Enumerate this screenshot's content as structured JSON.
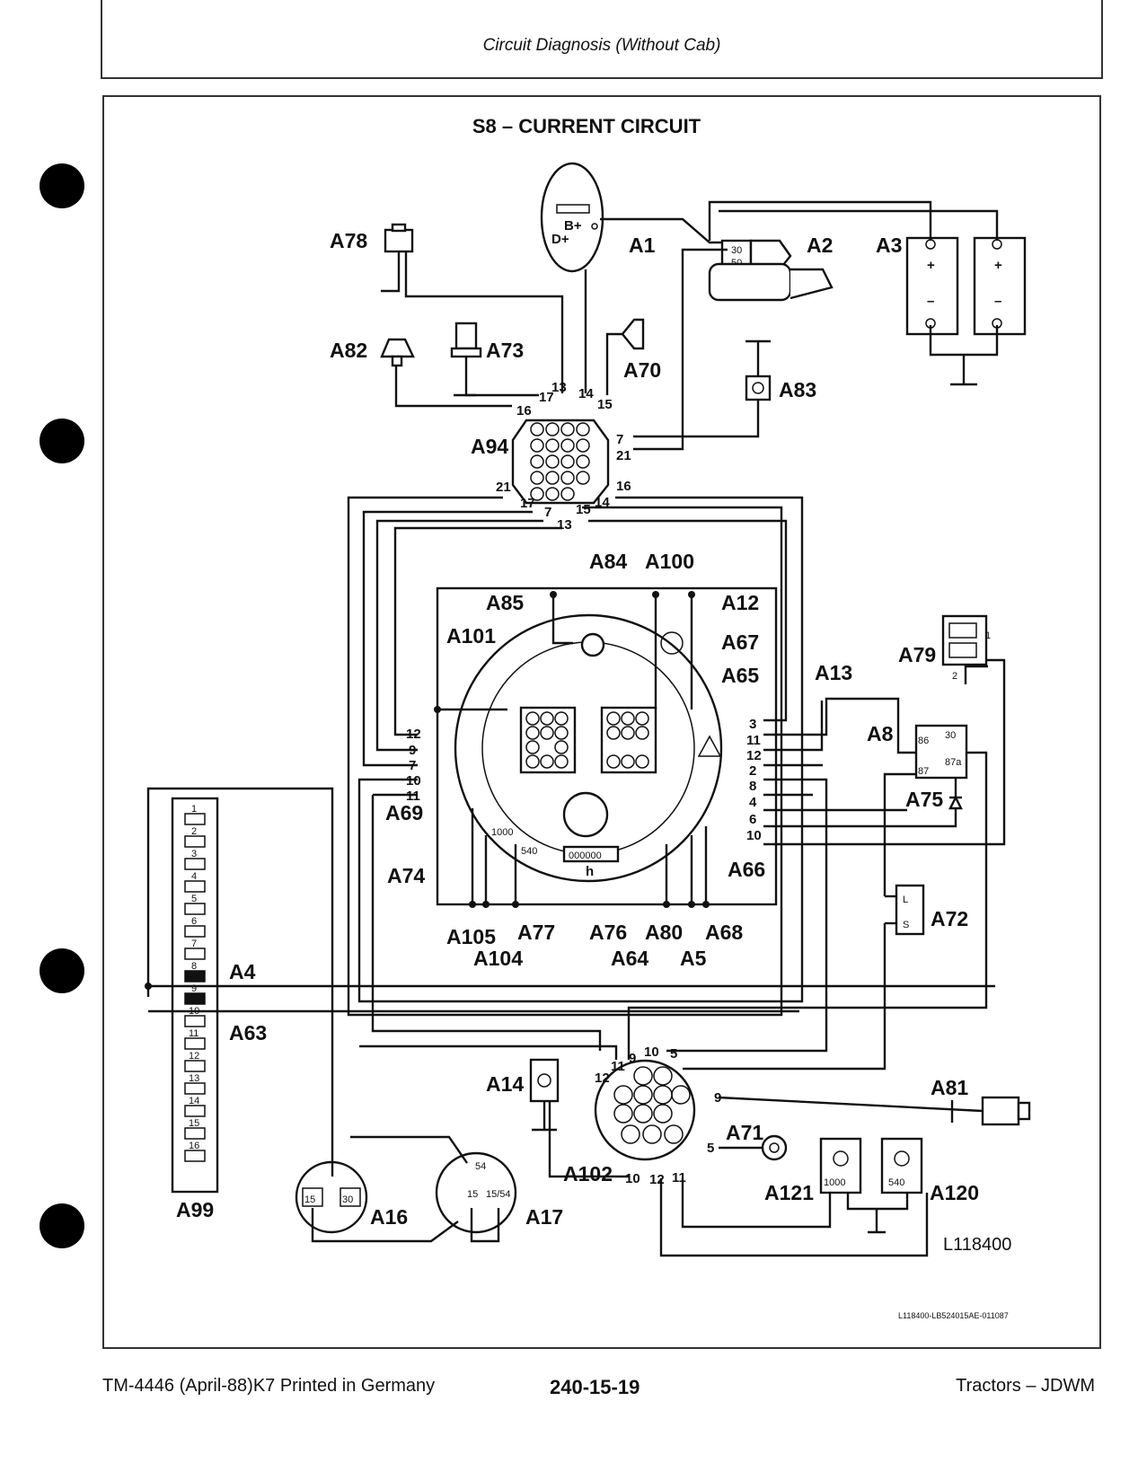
{
  "header": {
    "title": "Circuit Diagnosis (Without Cab)"
  },
  "diagram": {
    "title": "S8 – CURRENT CIRCUIT",
    "figure_id": "L118400",
    "ref_code": "L118400-LB524015AE-011087",
    "components": {
      "a1": "A1",
      "a2": "A2",
      "a3": "A3",
      "a4": "A4",
      "a5": "A5",
      "a8": "A8",
      "a12": "A12",
      "a13": "A13",
      "a14": "A14",
      "a16": "A16",
      "a17": "A17",
      "a63": "A63",
      "a64": "A64",
      "a65": "A65",
      "a66": "A66",
      "a67": "A67",
      "a68": "A68",
      "a69": "A69",
      "a70": "A70",
      "a71": "A71",
      "a72": "A72",
      "a73": "A73",
      "a74": "A74",
      "a75": "A75",
      "a76": "A76",
      "a77": "A77",
      "a78": "A78",
      "a79": "A79",
      "a80": "A80",
      "a81": "A81",
      "a82": "A82",
      "a83": "A83",
      "a84": "A84",
      "a85": "A85",
      "a94": "A94",
      "a99": "A99",
      "a100": "A100",
      "a101": "A101",
      "a102": "A102",
      "a104": "A104",
      "a105": "A105",
      "a120": "A120",
      "a121": "A121"
    },
    "fuses": [
      "1",
      "2",
      "3",
      "4",
      "5",
      "6",
      "7",
      "8",
      "9",
      "10",
      "11",
      "12",
      "13",
      "14",
      "15",
      "16"
    ],
    "terminals": {
      "bplus": "B+",
      "dplus": "D+",
      "t30": "30",
      "t50": "50",
      "t15": "15",
      "t54": "54",
      "t1554": "15/54",
      "l": "L",
      "s": "S",
      "r86": "86",
      "r87": "87",
      "r87a": "87a",
      "r30": "30",
      "plus": "+",
      "minus": "–",
      "one": "1",
      "two": "2",
      "m1000": "1000",
      "m540": "540",
      "h": "h",
      "odo": "000000"
    }
  },
  "footer": {
    "left": "TM-4446 (April-88)K7 Printed in Germany",
    "center": "240-15-19",
    "right": "Tractors – JDWM"
  }
}
